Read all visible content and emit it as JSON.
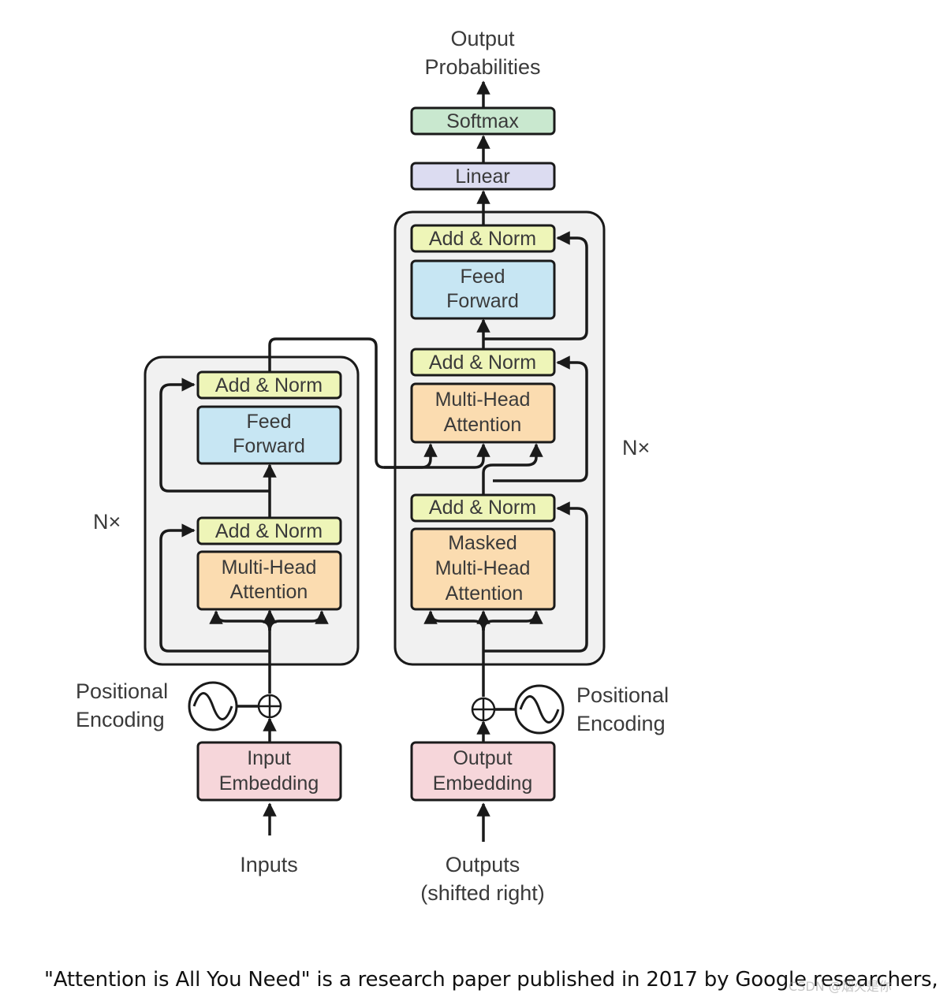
{
  "colors": {
    "add_norm": "#eef5b8",
    "feed_forward": "#c7e6f3",
    "attention": "#fbdcb0",
    "embedding": "#f6d6da",
    "linear": "#dcdcf1",
    "softmax": "#c9e8cf",
    "stack_bg": "#f1f1f1",
    "stroke": "#1a1a1a"
  },
  "decoder_top": {
    "output_probabilities": [
      "Output",
      "Probabilities"
    ],
    "softmax": "Softmax",
    "linear": "Linear"
  },
  "encoder": {
    "add_norm_top": "Add & Norm",
    "feed_forward": [
      "Feed",
      "Forward"
    ],
    "add_norm_bottom": "Add & Norm",
    "attention": [
      "Multi-Head",
      "Attention"
    ],
    "repeat_label": "N×",
    "positional_encoding": [
      "Positional",
      "Encoding"
    ],
    "embedding": [
      "Input",
      "Embedding"
    ],
    "input_label": "Inputs"
  },
  "decoder": {
    "add_norm_top": "Add & Norm",
    "feed_forward": [
      "Feed",
      "Forward"
    ],
    "add_norm_mid": "Add & Norm",
    "attention": [
      "Multi-Head",
      "Attention"
    ],
    "add_norm_bottom": "Add & Norm",
    "masked_attention": [
      "Masked",
      "Multi-Head",
      "Attention"
    ],
    "repeat_label": "N×",
    "positional_encoding": [
      "Positional",
      "Encoding"
    ],
    "embedding": [
      "Output",
      "Embedding"
    ],
    "input_label": [
      "Outputs",
      "(shifted right)"
    ]
  },
  "caption": "\"Attention is All You Need\" is a research paper published in 2017 by Google researchers,",
  "watermark": "CSDN @烟火是你"
}
